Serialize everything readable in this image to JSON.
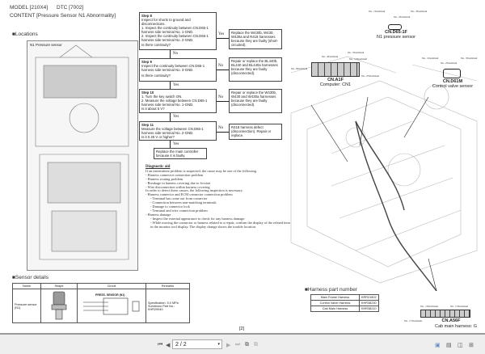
{
  "header": {
    "model": "MODEL [210X4]",
    "dtc": "DTC [7002]",
    "content": "CONTENT [Pressure Sensor N1 Abnormality]"
  },
  "locations": {
    "title": "■Locations",
    "image_label": "N1 Pressure sensor"
  },
  "flow": {
    "step8": {
      "title": "Step 8",
      "lines": [
        "Inspect for shorts to ground and disconnections.",
        "1. Inspect the continuity between CN.D65-1 harness side terminal No. 1-GND.",
        "2. Inspect the continuity between CN.D65-1 harness side terminal No. 2-GND."
      ],
      "question": "Is there continuity?",
      "yes": "Yes",
      "no": "No",
      "yes_result": "Replace the W430b, W430, W430a and R418 harnesses because they are faulty (short-circuited)."
    },
    "step9": {
      "title": "Step 9",
      "lines": [
        "Inspect the continuity between CN.D65-1 harness side terminal No. 3-GND."
      ],
      "question": "Is there continuity?",
      "no": "No",
      "yes": "Yes",
      "no_result": "Repair or replace the BL440b, BL440 and BL440a harnesses because they are faulty (disconnected)."
    },
    "step10": {
      "title": "Step 10",
      "lines": [
        "1. Turn the key switch ON.",
        "2. Measure the voltage between CN.D65-1 harness side terminal No. 1-GND."
      ],
      "question": "Is it about 5 V?",
      "no": "No",
      "yes": "Yes",
      "no_result": "Repair or replace the W430b, W430 and W430a harnesses because they are faulty (disconnected)."
    },
    "step11": {
      "title": "Step 11",
      "lines": [
        "Measure the voltage between CN.D65-1 harness side terminal No. 2-GND."
      ],
      "question": "Is it 0.25 V or higher?",
      "no": "No",
      "yes": "Yes",
      "no_result": "R418 harness defect (disconnection). Repair or replace."
    },
    "final": "Replace the main controller because it is faulty."
  },
  "diagnostic": {
    "title": "Diagnostic aid",
    "lines": [
      "If an intermittent problem is suspected, the cause may be one of the following.",
      "- Harness connector connection problem",
      "- Harness routing problem",
      "- Breakage in harness covering due to friction",
      "- Wire disconnection within harness covering",
      "In order to detect these causes, the following inspection is necessary.",
      "- Harness connector and ECM connector connection problem",
      "  - Terminal has come out from connector",
      "  - Connection between non-matching terminals",
      "  - Damage to connector lock",
      "  - Terminal and wire connection problem",
      "- Harness damage",
      "  - Inspect the external appearance to check for any harness damage.",
      "  - While moving the connector or harness related to a repair, confirm the display of the related item in the monitor tool display. The display change shows the trouble location."
    ]
  },
  "sensor_details": {
    "title": "■Sensor details",
    "columns": [
      "Name",
      "Shape",
      "Circuit",
      "Remarks"
    ],
    "row": {
      "name": "Pressure sensor (N1)",
      "circuit_label": "PRESS. SENSOR (N1)",
      "remarks": [
        "Specification: 5.0 MPa",
        "Sumitomo Part No.:",
        "KHR29940"
      ]
    }
  },
  "connectors": [
    {
      "name": "CN.D65-1F",
      "desc": "N1 pressure sensor",
      "terminals": [
        "No. 1Terminal",
        "No. 2Terminal",
        "No. 3Terminal"
      ]
    },
    {
      "name": "CN.A1F",
      "desc": "Computer: CN1",
      "terminals": [
        "No. 4Terminal",
        "No. 5Terminal",
        "No. 14Terminal",
        "No. 25Terminal",
        "No. 8Terminal"
      ]
    },
    {
      "name": "CN.D61M",
      "desc": "Control valve sensor",
      "terminals": [
        "No. 1Terminal",
        "No. 2Terminal",
        "No. 3Terminal"
      ]
    },
    {
      "name": "CN.A56F",
      "desc": "Cab main harness: G",
      "terminals": [
        "No. 16Terminal",
        "No. 15Terminal",
        "No. 17Terminal"
      ]
    }
  ],
  "harness": {
    "title": "■Harness part number",
    "rows": [
      [
        "Main Frame Harness",
        "KRR21802"
      ],
      [
        "Control Valve Harness",
        "KHR38230"
      ],
      [
        "Cab Main Harness",
        "KHR38210"
      ]
    ]
  },
  "page_footer": "[2]",
  "toolbar": {
    "page_value": "2 / 2"
  }
}
